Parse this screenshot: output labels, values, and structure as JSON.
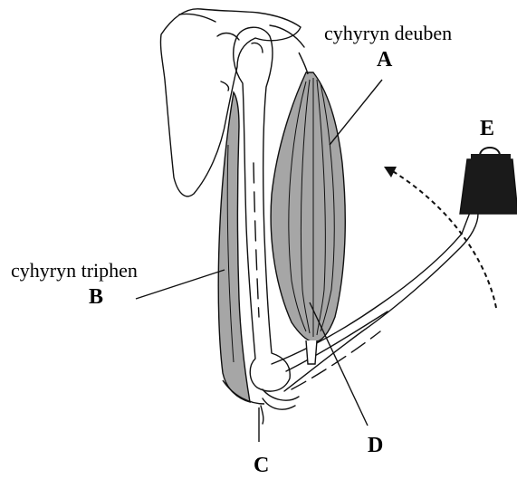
{
  "labels": {
    "biceps_name": "cyhyryn deuben",
    "biceps_letter": "A",
    "triceps_name": "cyhyryn triphen",
    "triceps_letter": "B",
    "elbow_letter": "C",
    "tendon_letter": "D",
    "weight_letter": "E"
  },
  "colors": {
    "muscle_fill": "#a6a6a6",
    "weight_fill": "#1a1a1a",
    "outline": "#111111",
    "background": "#ffffff"
  }
}
